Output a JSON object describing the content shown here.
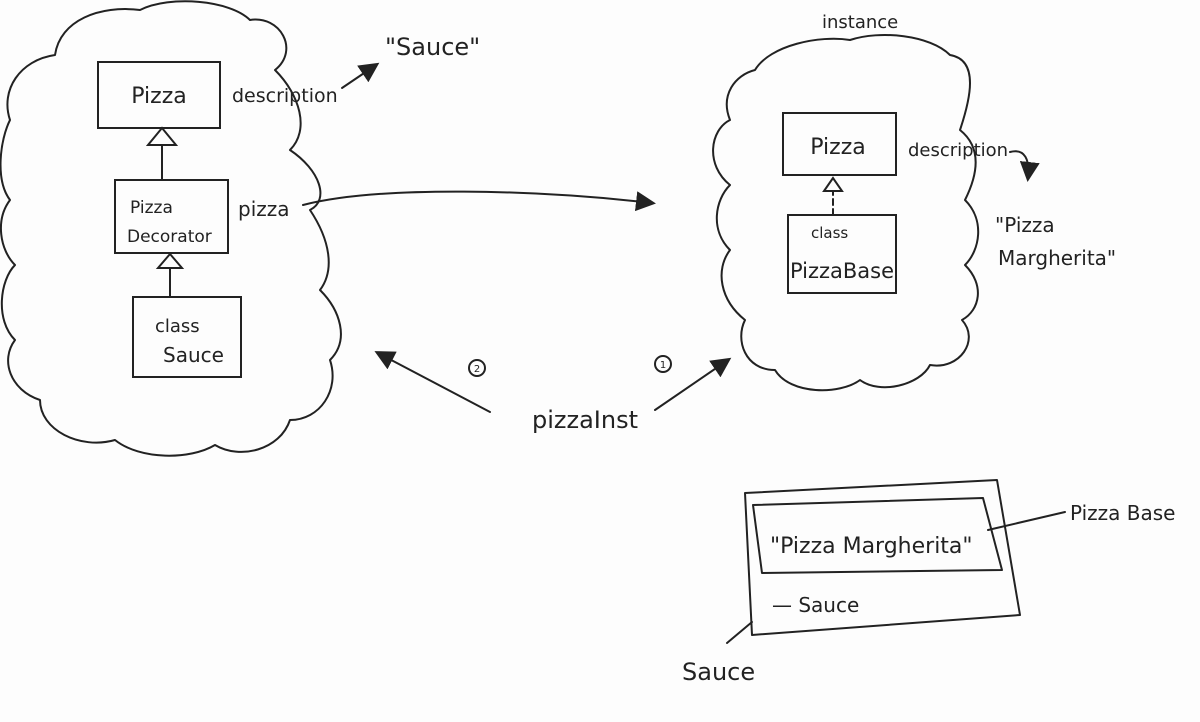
{
  "left_cloud": {
    "classes": {
      "pizza": "Pizza",
      "decorator_line1": "Pizza",
      "decorator_line2": "Decorator",
      "sauce_line1": "class",
      "sauce_line2": "Sauce"
    },
    "description_label": "description",
    "description_value": "\"Sauce\"",
    "pizza_field_label": "pizza"
  },
  "right_cloud": {
    "title": "instance",
    "classes": {
      "pizza": "Pizza",
      "base_line1": "class",
      "base_line2": "PizzaBase"
    },
    "description_label": "description",
    "description_value_line1": "\"Pizza",
    "description_value_line2": "Margherita\""
  },
  "reference": {
    "variable": "pizzaInst",
    "step_left": "2",
    "step_right": "1"
  },
  "composition": {
    "inner_value": "\"Pizza Margherita\"",
    "outer_item": "— Sauce",
    "inner_label": "Pizza Base",
    "outer_label": "Sauce"
  }
}
